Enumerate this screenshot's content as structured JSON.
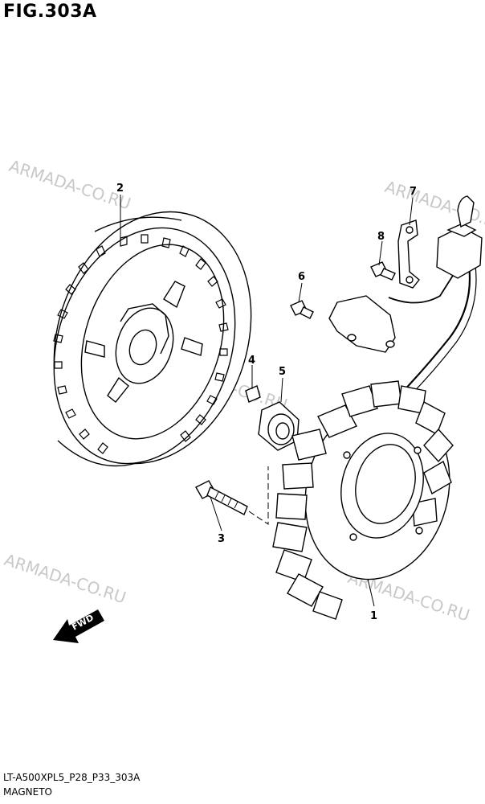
{
  "title": "FIG.303A",
  "footer": {
    "code": "LT-A500XPL5_P28_P33_303A",
    "name": "MAGNETO"
  },
  "watermarks": [
    "ARMADA-CO.RU",
    "ARMADA-CO.RU",
    "ARMADA-CO.RU",
    "ARMADA-CO.RU",
    "ARMADA-CO.RU"
  ],
  "callouts": {
    "c1": "1",
    "c2": "2",
    "c3": "3",
    "c4": "4",
    "c5": "5",
    "c6": "6",
    "c7": "7",
    "c8": "8"
  },
  "fwd_label": "FWD",
  "colors": {
    "line": "#000000",
    "watermark": "#c8c8c8"
  }
}
